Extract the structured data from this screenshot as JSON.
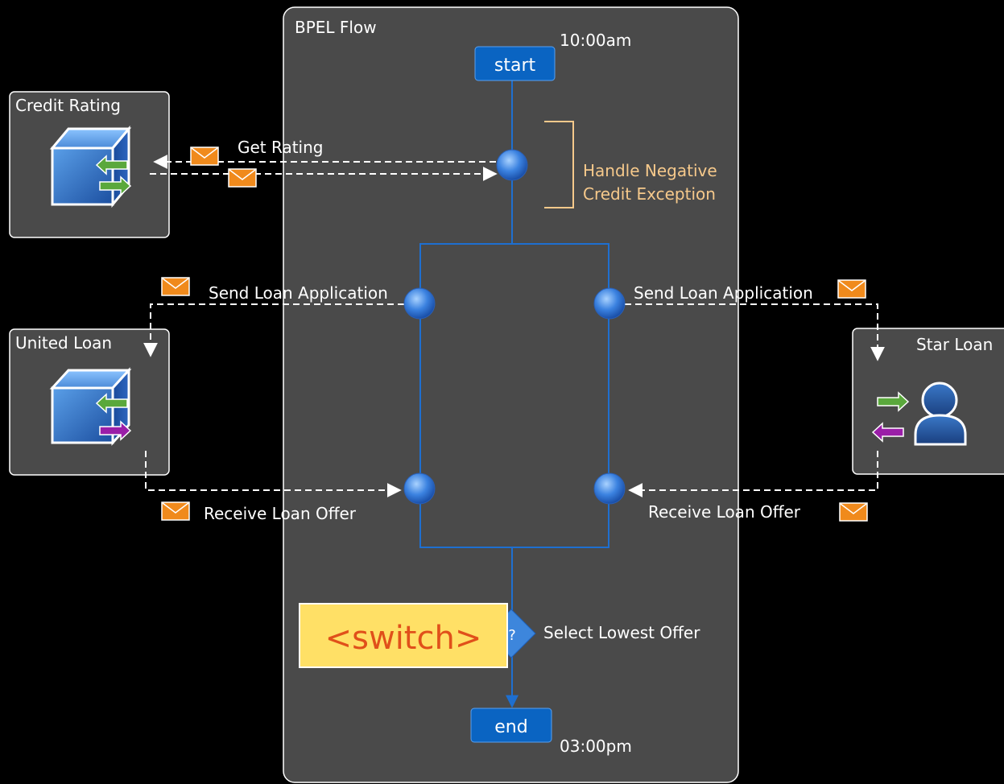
{
  "flow": {
    "title": "BPEL Flow",
    "start_label": "start",
    "start_time": "10:00am",
    "end_label": "end",
    "end_time": "03:00pm",
    "exception_line1": "Handle Negative",
    "exception_line2": "Credit Exception",
    "switch_label": "<switch>",
    "switch_glyph": "?",
    "select_label": "Select Lowest Offer"
  },
  "services": {
    "credit_rating": "Credit Rating",
    "united_loan": "United Loan",
    "star_loan": "Star Loan"
  },
  "messages": {
    "get_rating": "Get Rating",
    "send_left": "Send Loan Application",
    "send_right": "Send Loan Application",
    "receive_left": "Receive Loan Offer",
    "receive_right": "Receive Loan Offer"
  },
  "colors": {
    "panel": "#4a4a4a",
    "flow_line": "#1e6fd0",
    "node_button": "#0a64c2",
    "envelope": "#f08a1c",
    "exception_text": "#f6c98b",
    "switch_fill": "#ffe066",
    "switch_text": "#e0501a",
    "arrow_green": "#5aa83c",
    "arrow_purple": "#9a1ea8"
  }
}
